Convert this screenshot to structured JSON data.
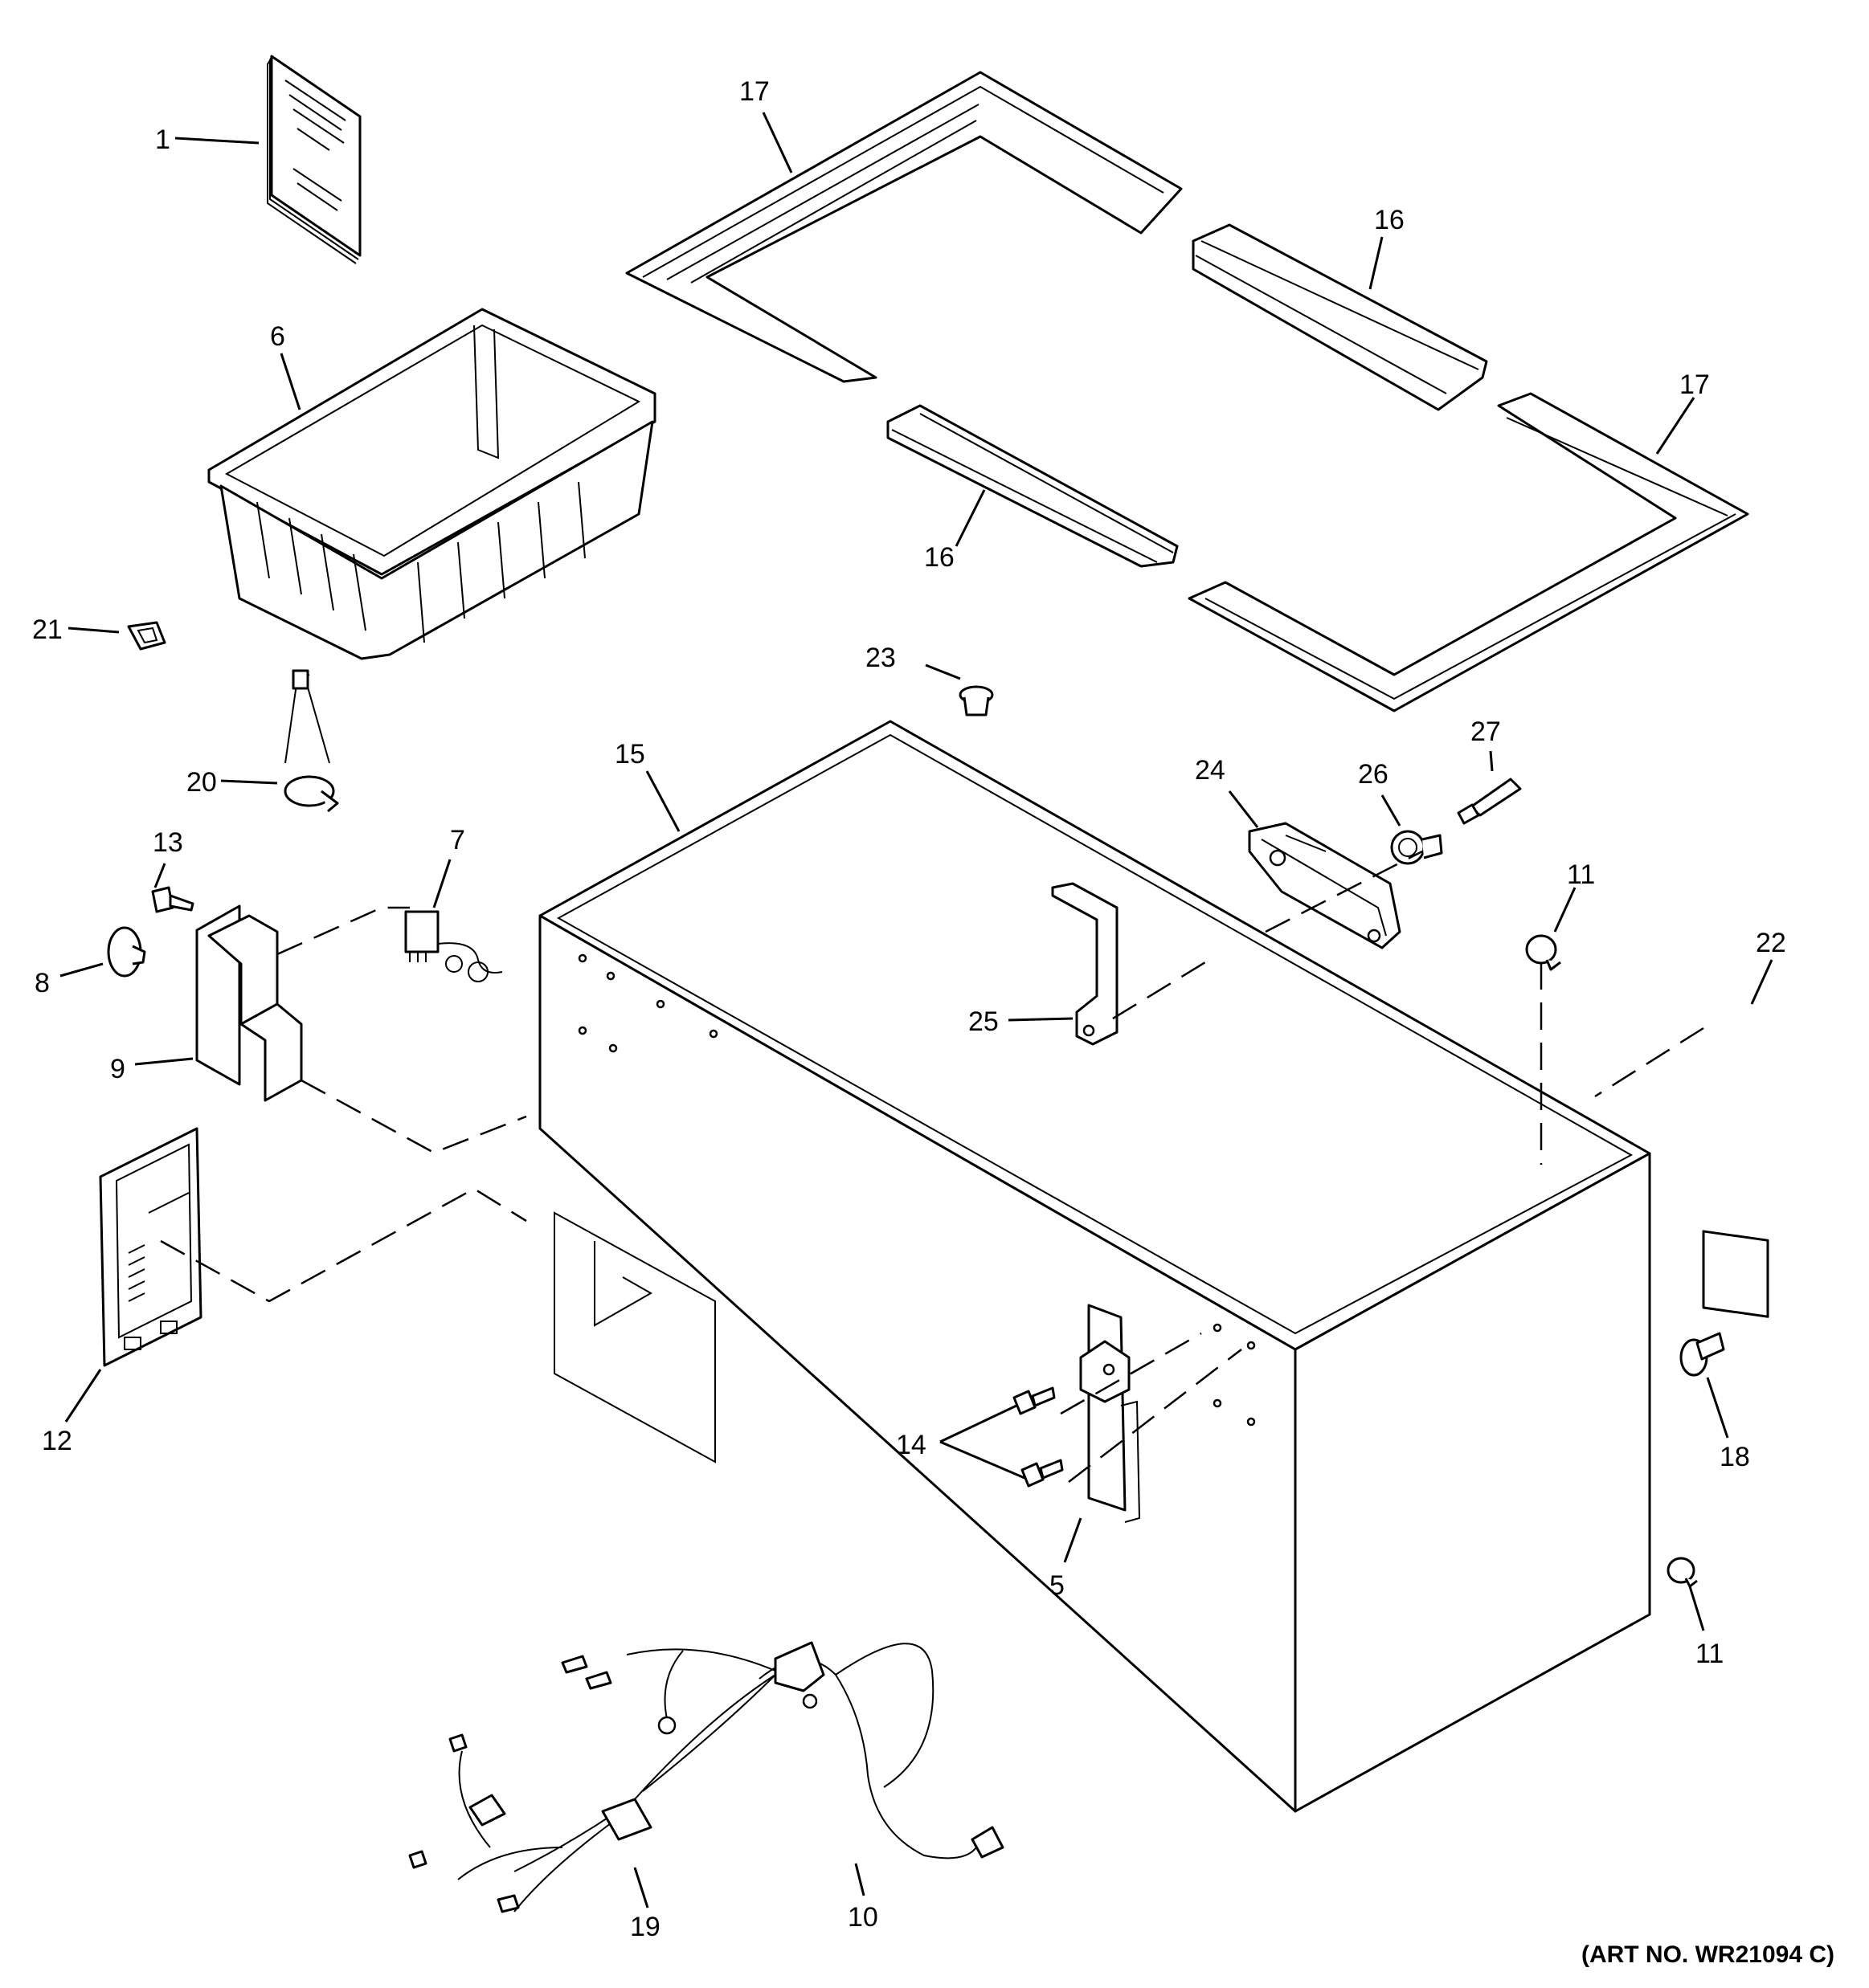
{
  "callouts": {
    "c1": "1",
    "c5": "5",
    "c6": "6",
    "c7": "7",
    "c8": "8",
    "c9": "9",
    "c10": "10",
    "c11a": "11",
    "c11b": "11",
    "c12": "12",
    "c13": "13",
    "c14": "14",
    "c15": "15",
    "c16a": "16",
    "c16b": "16",
    "c17a": "17",
    "c17b": "17",
    "c18": "18",
    "c19": "19",
    "c20": "20",
    "c21": "21",
    "c22": "22",
    "c23": "23",
    "c24": "24",
    "c25": "25",
    "c26": "26",
    "c27": "27"
  },
  "art_number": "(ART NO. WR21094 C)"
}
